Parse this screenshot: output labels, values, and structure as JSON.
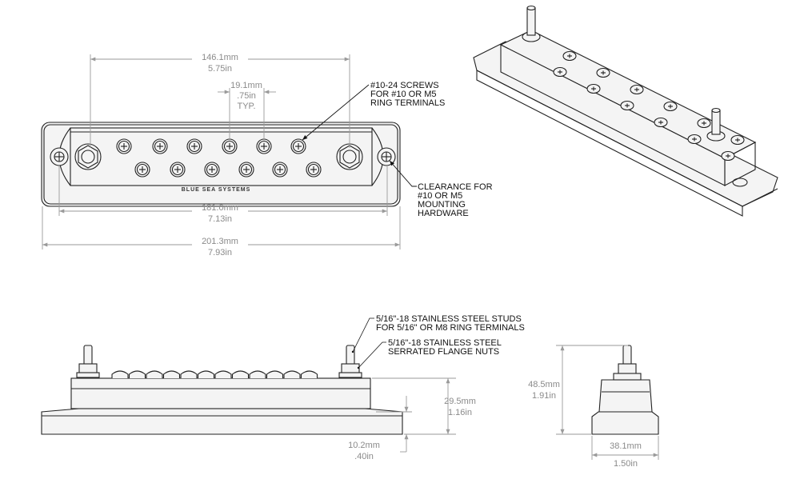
{
  "brand": "BLUE SEA SYSTEMS",
  "dimensions": {
    "stud_spacing": {
      "mm": "146.1mm",
      "in": "5.75in"
    },
    "screw_pitch": {
      "mm": "19.1mm",
      "in": ".75in",
      "note": "TYP."
    },
    "mount_spacing": {
      "mm": "181.0mm",
      "in": "7.13in"
    },
    "overall_length": {
      "mm": "201.3mm",
      "in": "7.93in"
    },
    "body_height": {
      "mm": "29.5mm",
      "in": "1.16in"
    },
    "base_height": {
      "mm": "10.2mm",
      "in": ".40in"
    },
    "overall_height": {
      "mm": "48.5mm",
      "in": "1.91in"
    },
    "width": {
      "mm": "38.1mm",
      "in": "1.50in"
    }
  },
  "callouts": {
    "screws": [
      "#10-24 SCREWS",
      "FOR #10 OR M5",
      "RING TERMINALS"
    ],
    "clearance": [
      "CLEARANCE FOR",
      "#10 OR M5",
      "MOUNTING",
      "HARDWARE"
    ],
    "studs": [
      "5/16\"-18 STAINLESS STEEL STUDS",
      "FOR 5/16\" OR M8 RING TERMINALS"
    ],
    "nuts": [
      "5/16\"-18 STAINLESS STEEL",
      "SERRATED FLANGE NUTS"
    ]
  }
}
